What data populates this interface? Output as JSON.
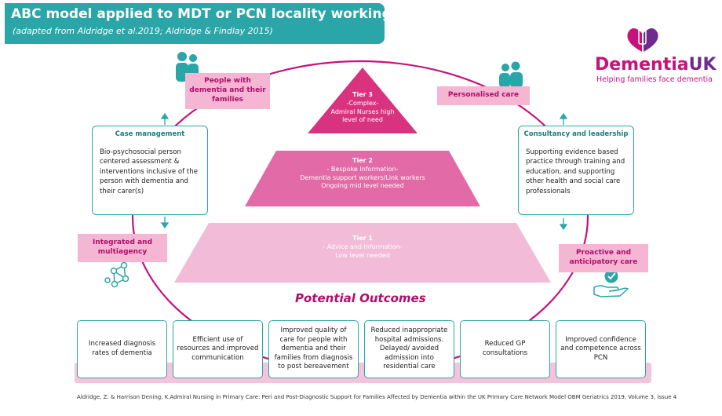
{
  "header": {
    "title": "ABC model applied to MDT or PCN locality working",
    "subtitle": "(adapted from Aldridge et al.2019; Aldridge & Findlay 2015)"
  },
  "logo": {
    "name_main": "Dementia",
    "name_suffix": "UK",
    "tagline": "Helping families face dementia",
    "colors": {
      "magenta": "#c5127d",
      "purple": "#6f2b90"
    }
  },
  "labels": {
    "people": "People with dementia and their families",
    "personalised": "Personalised care",
    "integrated": "Integrated and multiagency",
    "proactive": "Proactive and anticipatory care"
  },
  "cards": {
    "case_management": {
      "title": "Case management",
      "body": "Bio-psychosocial person centered assessment & interventions inclusive of the person with dementia and their carer(s)"
    },
    "consultancy": {
      "title": "Consultancy and leadership",
      "body": "Supporting evidence based practice through training and education, and supporting other health and social care professionals"
    }
  },
  "tiers": [
    {
      "title": "Tier 3",
      "lines": [
        "-Complex-",
        "Admiral Nurses high",
        "level of need"
      ],
      "color": "#d9337f"
    },
    {
      "title": "Tier 2",
      "lines": [
        "- Bespoke Information-",
        "Dementia support workers/Link workers",
        "Ongoing mid level needed"
      ],
      "color": "#e26aa6"
    },
    {
      "title": "Tier 1",
      "lines": [
        "- Advice and Information-",
        "Low level needed"
      ],
      "color": "#f2bcd8"
    }
  ],
  "outcomes": {
    "title": "Potential Outcomes",
    "items": [
      "Increased diagnosis rates of dementia",
      "Efficient use of resources and improved communication",
      "Improved quality of care for people with dementia and their families from diagnosis to post bereavement",
      "Reduced inappropriate hospital admissions. Delayed/ avoided admission into residential care",
      "Reduced GP consultations",
      "Improved confidence and competence across PCN"
    ]
  },
  "footer": "Aldridge, Z. & Harrison Dening, K.Admiral Nursing in Primary Care: Peri and Post-Diagnostic Support for Families Affected by Dementia within the UK Primary Care Network Model OBM Geriatrics 2019, Volume 3, Issue 4",
  "colors": {
    "teal": "#2aa5a8",
    "circle": "#c5127d",
    "label_pink": "#f4b6d3",
    "label_text": "#b10d6c"
  }
}
